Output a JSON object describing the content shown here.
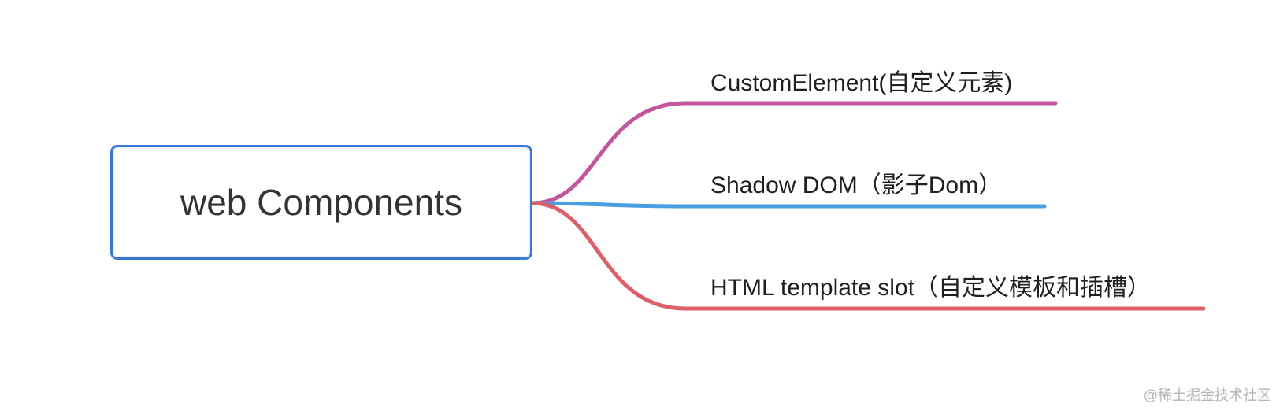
{
  "root": {
    "label": "web Components",
    "border_color": "#3a78d4"
  },
  "branches": [
    {
      "label": "CustomElement(自定义元素)",
      "color": "#c2559c"
    },
    {
      "label": "Shadow DOM（影子Dom）",
      "color": "#4a9fe0"
    },
    {
      "label": "HTML template slot（自定义模板和插槽）",
      "color": "#dc5f6a"
    }
  ],
  "watermark": "@稀土掘金技术社区"
}
